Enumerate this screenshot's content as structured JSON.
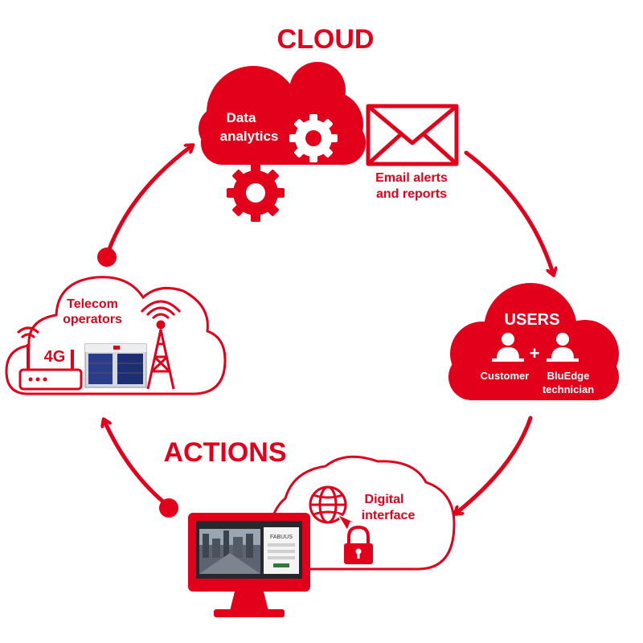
{
  "headings": {
    "cloud": "CLOUD",
    "actions": "ACTIONS"
  },
  "cloud_node": {
    "label_line1": "Data",
    "label_line2": "analytics",
    "icon": "gear-icon"
  },
  "email_node": {
    "label_line1": "Email alerts",
    "label_line2": "and reports",
    "icon": "envelope-icon"
  },
  "users_node": {
    "title": "USERS",
    "customer": "Customer",
    "technician_line1": "BluEdge",
    "technician_line2": "technician",
    "plus": "+",
    "icon": "user-icon"
  },
  "telecom_node": {
    "label_line1": "Telecom",
    "label_line2": "operators",
    "badge": "4G",
    "icons": [
      "router-icon",
      "chiller-unit-icon",
      "antenna-tower-icon"
    ]
  },
  "digital_node": {
    "label_line1": "Digital",
    "label_line2": "interface",
    "icons": [
      "globe-icon",
      "padlock-icon",
      "monitor-icon"
    ],
    "screen_logo": "FABUUS"
  },
  "colors": {
    "primary": "#e3001b",
    "white": "#ffffff"
  }
}
